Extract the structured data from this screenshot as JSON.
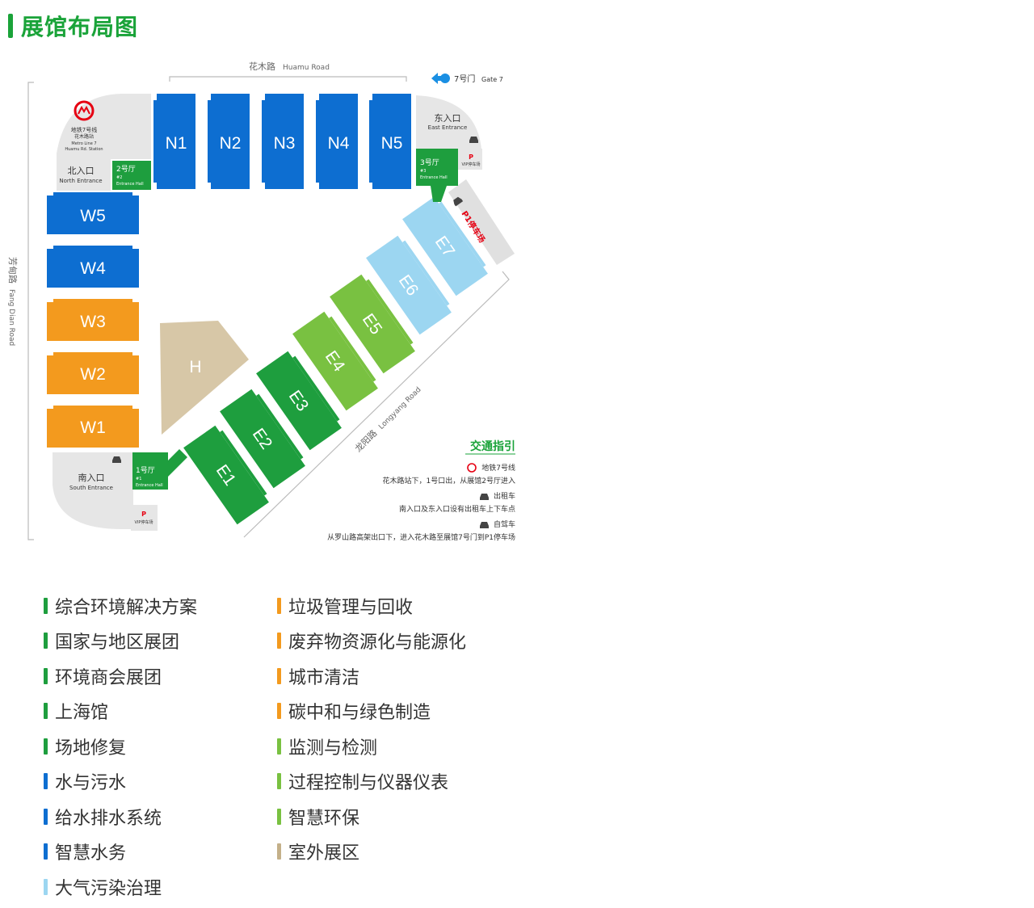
{
  "header": {
    "title": "展馆布局图"
  },
  "colors": {
    "green_dark": "#1e9e3e",
    "green_light": "#79c141",
    "blue": "#0d6ed1",
    "sky": "#9cd6f1",
    "orange": "#f39a1e",
    "tan": "#d7c7a7",
    "gray": "#e6e6e6"
  },
  "map": {
    "roads": {
      "north": "花木路",
      "north_en": "Huamu Road",
      "west": "芳甸路",
      "west_en": "Fang Dian Road",
      "southeast": "龙阳路",
      "southeast_en": "Longyang Road"
    },
    "gate7": {
      "label": "7号门",
      "label_en": "Gate 7"
    },
    "halls": {
      "N1": "N1",
      "N2": "N2",
      "N3": "N3",
      "N4": "N4",
      "N5": "N5",
      "W1": "W1",
      "W2": "W2",
      "W3": "W3",
      "W4": "W4",
      "W5": "W5",
      "E1": "E1",
      "E2": "E2",
      "E3": "E3",
      "E4": "E4",
      "E5": "E5",
      "E6": "E6",
      "E7": "E7",
      "H": "H"
    },
    "entrances": {
      "north": {
        "label": "北入口",
        "label_en": "North Entrance"
      },
      "east": {
        "label": "东入口",
        "label_en": "East Entrance"
      },
      "south": {
        "label": "南入口",
        "label_en": "South Entrance"
      }
    },
    "entrance_halls": {
      "hall1": {
        "label": "1号厅",
        "num": "#1",
        "label_en": "Entrance Hall"
      },
      "hall2": {
        "label": "2号厅",
        "num": "#2",
        "label_en": "Entrance Hall"
      },
      "hall3": {
        "label": "3号厅",
        "num": "#3",
        "label_en": "Entrance Hall"
      }
    },
    "metro": {
      "line": "地铁7号线",
      "station": "花木路站",
      "line_en": "Metro Line 7",
      "station_en": "Huamu Rd. Station"
    },
    "parking": {
      "vip_letter": "P",
      "vip_label": "VIP停车场",
      "p1_label": "P1停车场"
    },
    "transport_guide": {
      "title": "交通指引",
      "metro_title": "地铁7号线",
      "metro_desc": "花木路站下，1号口出，从展馆2号厅进入",
      "taxi_title": "出租车",
      "taxi_desc": "南入口及东入口设有出租车上下车点",
      "car_title": "自驾车",
      "car_desc": "从罗山路高架出口下，进入花木路至展馆7号门到P1停车场"
    }
  },
  "legend": {
    "left": [
      {
        "label": "综合环境解决方案",
        "color": "#1e9e3e"
      },
      {
        "label": "国家与地区展团",
        "color": "#1e9e3e"
      },
      {
        "label": "环境商会展团",
        "color": "#1e9e3e"
      },
      {
        "label": "上海馆",
        "color": "#1e9e3e"
      },
      {
        "label": "场地修复",
        "color": "#1e9e3e"
      },
      {
        "label": "水与污水",
        "color": "#0d6ed1"
      },
      {
        "label": "给水排水系统",
        "color": "#0d6ed1"
      },
      {
        "label": "智慧水务",
        "color": "#0d6ed1"
      },
      {
        "label": "大气污染治理",
        "color": "#9cd6f1"
      }
    ],
    "right": [
      {
        "label": "垃圾管理与回收",
        "color": "#f39a1e"
      },
      {
        "label": "废弃物资源化与能源化",
        "color": "#f39a1e"
      },
      {
        "label": "城市清洁",
        "color": "#f39a1e"
      },
      {
        "label": "碳中和与绿色制造",
        "color": "#f39a1e"
      },
      {
        "label": "监测与检测",
        "color": "#79c141"
      },
      {
        "label": "过程控制与仪器仪表",
        "color": "#79c141"
      },
      {
        "label": "智慧环保",
        "color": "#79c141"
      },
      {
        "label": "室外展区",
        "color": "#c4b089"
      }
    ]
  }
}
